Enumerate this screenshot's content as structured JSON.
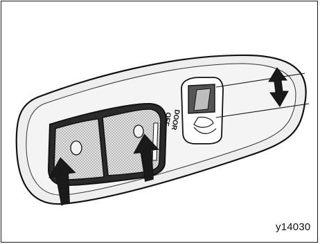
{
  "figure": {
    "code": "y14030",
    "switch_labels": [
      "DOOR",
      "OFF"
    ]
  },
  "colors": {
    "outline": "#111111",
    "panel_fill": "#ebebeb",
    "lens_fill": "#d9d9d9",
    "arrow_fill": "#1a1a1a"
  }
}
